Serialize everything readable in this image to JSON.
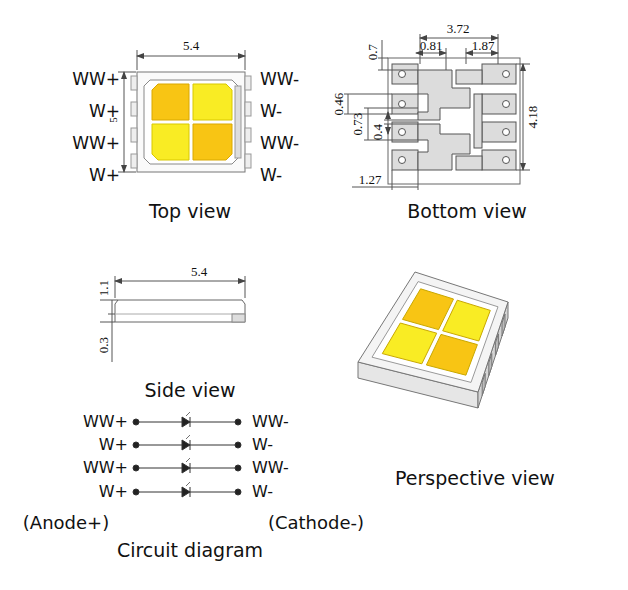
{
  "diagram": {
    "labels": [
      "5.4",
      "5",
      "WW+",
      "W+",
      "WW+",
      "W+",
      "WW-",
      "W-",
      "WW-",
      "W-",
      "Top view",
      "3.72",
      "0.81",
      "1.87",
      "0.7",
      "0.46",
      "0.73",
      "0.4",
      "4.18",
      "1.27",
      "Bottom view",
      "5.4",
      "1.1",
      "0.3",
      "Side view",
      "Perspective view",
      "WW+",
      "W+",
      "WW+",
      "W+",
      "WW-",
      "W-",
      "WW-",
      "W-",
      "(Anode+)",
      "(Cathode-)",
      "Circuit diagram"
    ]
  }
}
